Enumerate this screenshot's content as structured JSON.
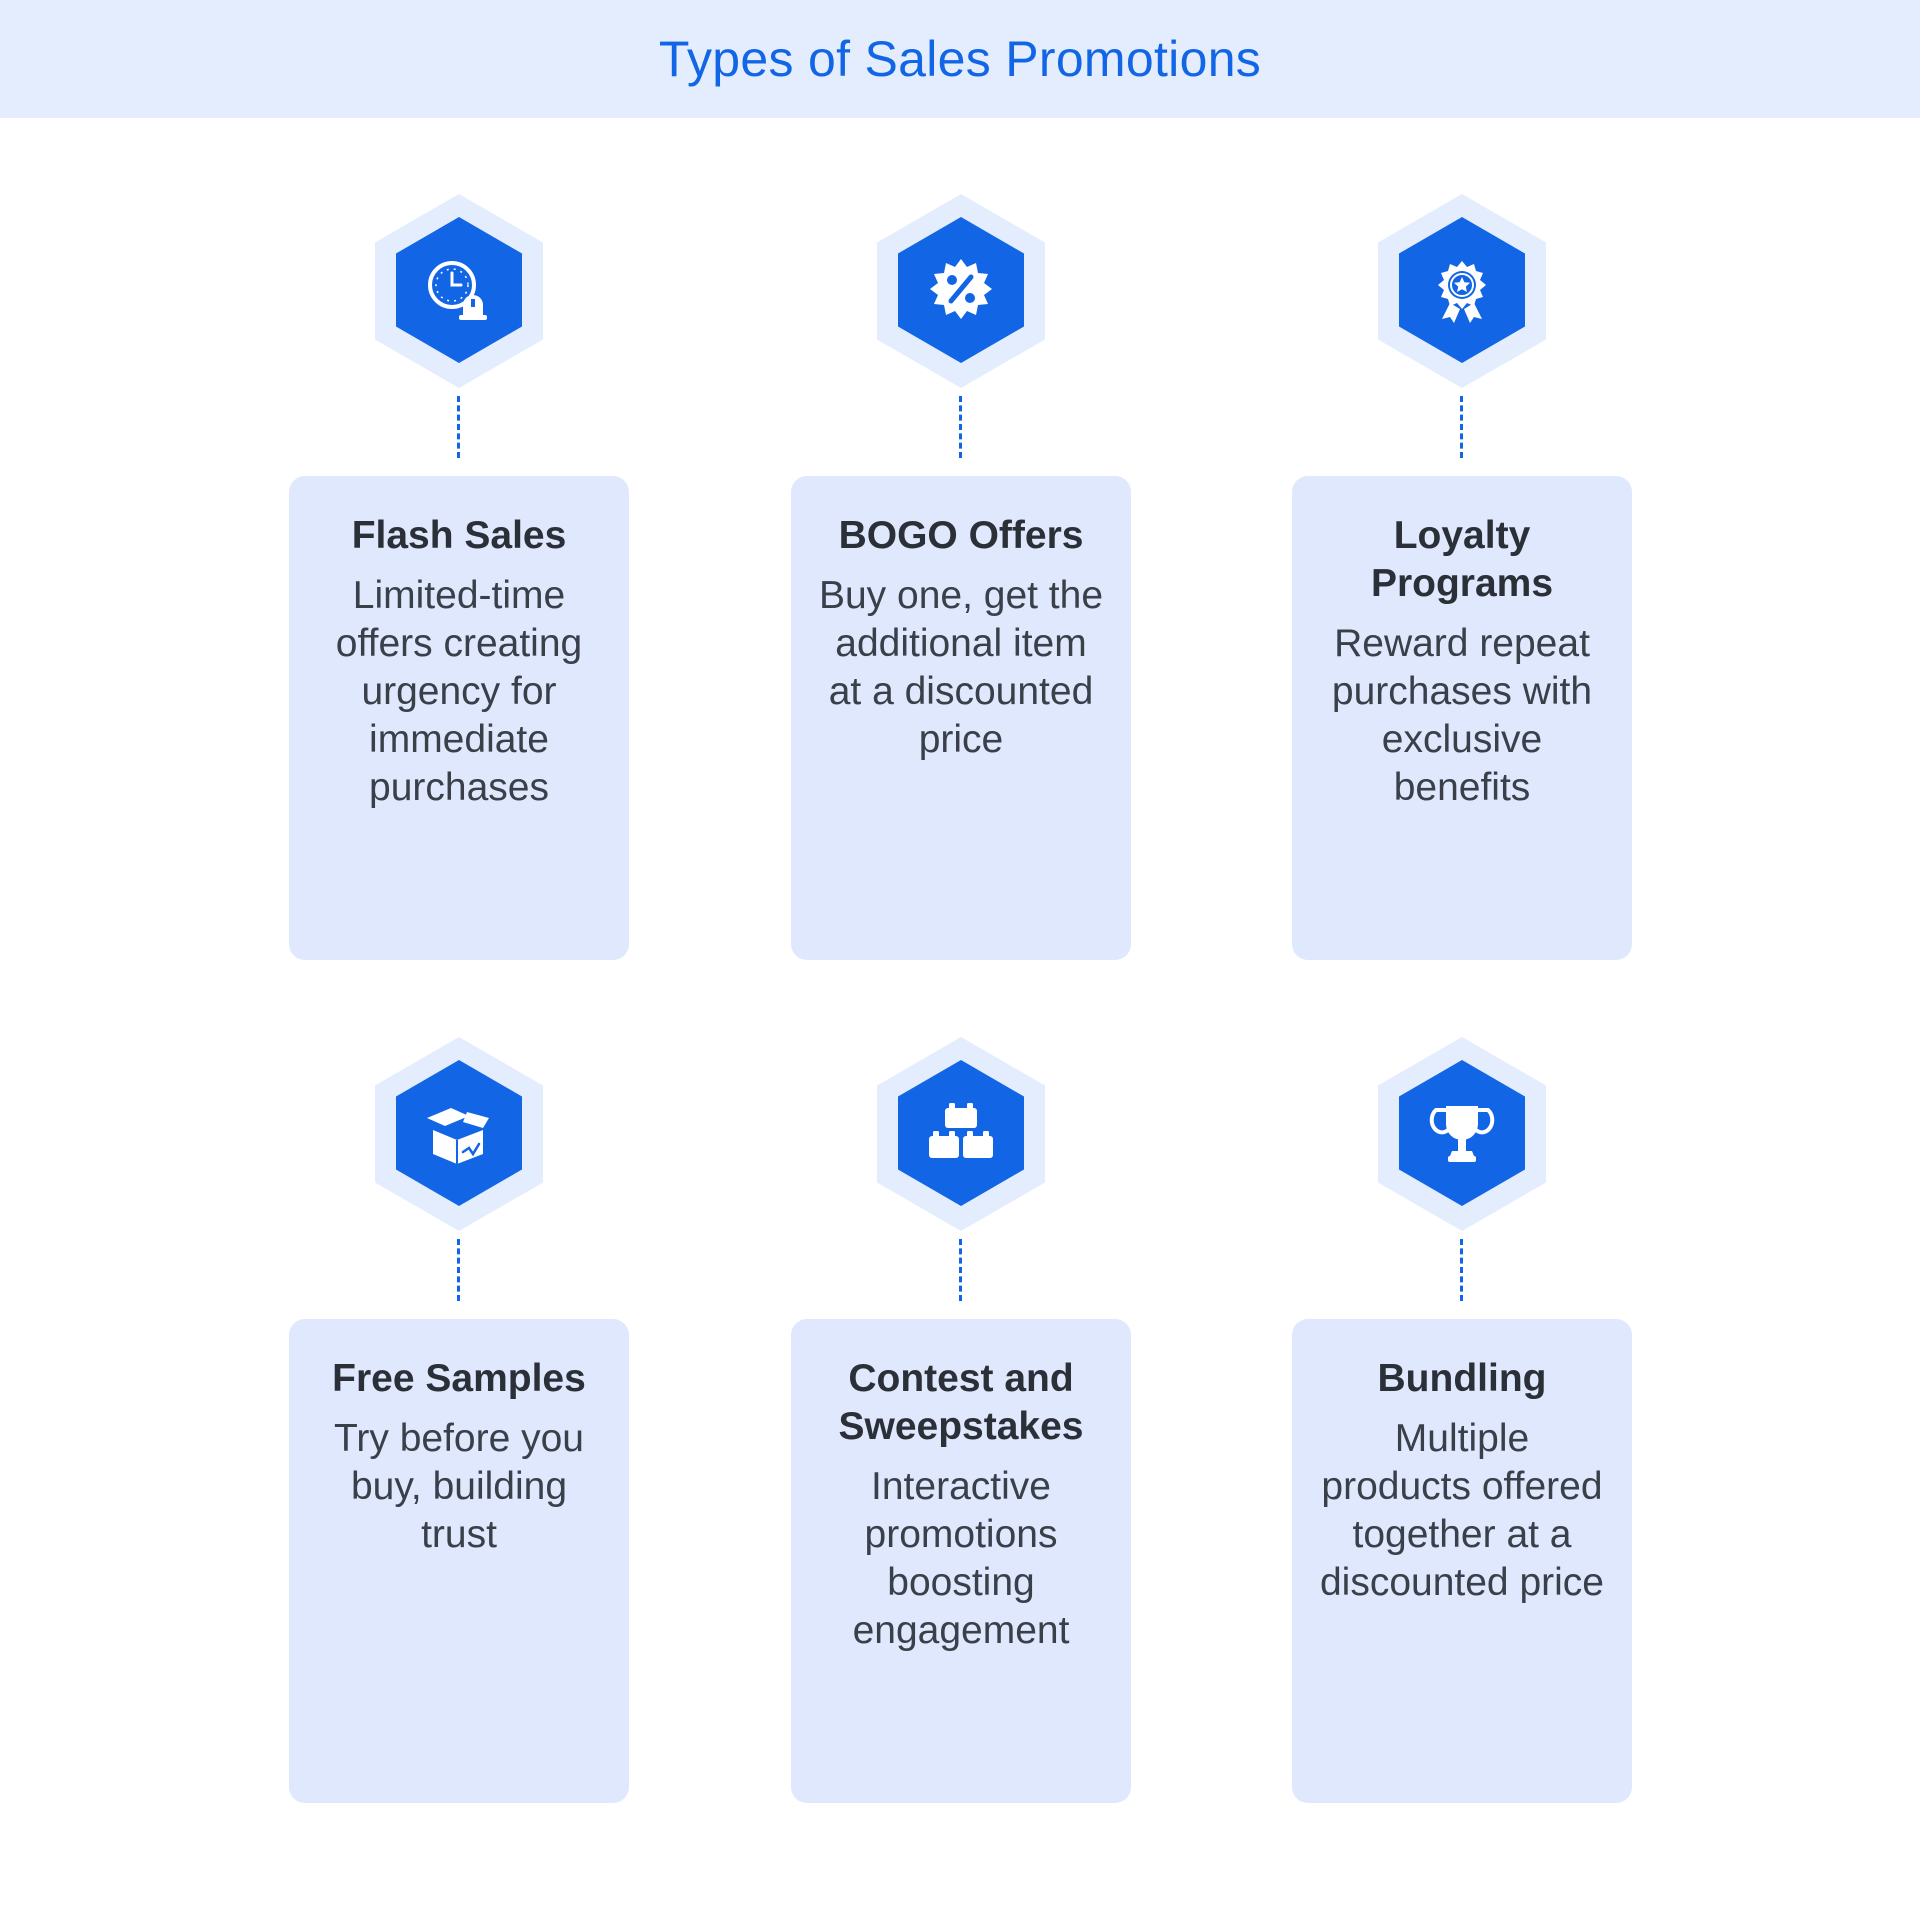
{
  "header": {
    "title": "Types of Sales Promotions"
  },
  "colors": {
    "accent": "#1266e6",
    "hex_outer": "#e3edfd",
    "card_bg": "#dfe8fc"
  },
  "items": [
    {
      "title": "Flash Sales",
      "description": "Limited-time offers creating urgency for immediate purchases",
      "icon": "clock-alarm-icon"
    },
    {
      "title": "BOGO Offers",
      "description": "Buy one, get the additional item at a discounted price",
      "icon": "percent-badge-icon"
    },
    {
      "title": "Loyalty Programs",
      "description": "Reward repeat purchases with exclusive benefits",
      "icon": "medal-star-icon"
    },
    {
      "title": "Free Samples",
      "description": "Try before you buy, building trust",
      "icon": "open-box-icon"
    },
    {
      "title": "Contest and Sweepstakes",
      "description": "Interactive promotions boosting engagement",
      "icon": "blocks-icon"
    },
    {
      "title": "Bundling",
      "description": "Multiple products offered together at a discounted price",
      "icon": "trophy-icon"
    }
  ]
}
